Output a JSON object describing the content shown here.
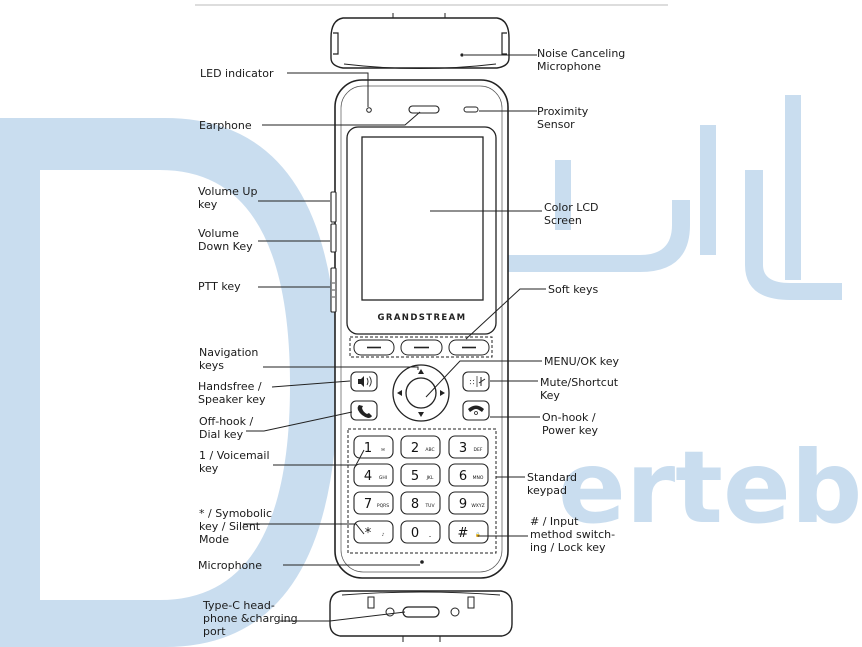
{
  "phone": {
    "brand": "GRANDSTREAM",
    "keys": [
      {
        "digit": "1",
        "sub": "✉"
      },
      {
        "digit": "2",
        "sub": "ABC"
      },
      {
        "digit": "3",
        "sub": "DEF"
      },
      {
        "digit": "4",
        "sub": "GHI"
      },
      {
        "digit": "5",
        "sub": "JKL"
      },
      {
        "digit": "6",
        "sub": "MNO"
      },
      {
        "digit": "7",
        "sub": "PQRS"
      },
      {
        "digit": "8",
        "sub": "TUV"
      },
      {
        "digit": "9",
        "sub": "WXYZ"
      },
      {
        "digit": "*",
        "sub": "♪"
      },
      {
        "digit": "0",
        "sub": "⎵"
      },
      {
        "digit": "#",
        "sub": "🔒"
      }
    ]
  },
  "labels": {
    "noise_mic": [
      "Noise Canceling",
      "Microphone"
    ],
    "led": [
      "LED indicator"
    ],
    "earphone": [
      "Earphone"
    ],
    "proximity": [
      "Proximity",
      "Sensor"
    ],
    "color_lcd": [
      "Color LCD",
      "Screen"
    ],
    "vol_up": [
      "Volume  Up",
      "key"
    ],
    "vol_down": [
      "Volume",
      "Down Key"
    ],
    "ptt": [
      "PTT key"
    ],
    "soft_keys": [
      "Soft keys"
    ],
    "navigation": [
      "Navigation",
      "keys"
    ],
    "menu_ok": [
      "MENU/OK key"
    ],
    "handsfree": [
      "Handsfree /",
      "Speaker key"
    ],
    "mute": [
      "Mute/Shortcut",
      "Key"
    ],
    "offhook": [
      "Off-hook /",
      "Dial key"
    ],
    "onhook": [
      "On-hook /",
      "Power key"
    ],
    "voicemail": [
      "1 / Voicemail",
      "key"
    ],
    "keypad": [
      "Standard",
      "keypad"
    ],
    "star": [
      "* / Symobolic",
      "key / Silent",
      "Mode"
    ],
    "hash": [
      "# / Input",
      "method switch-",
      "ing / Lock key"
    ],
    "microphone": [
      "Microphone"
    ],
    "typec": [
      "Type-C head-",
      "phone &charging",
      "port"
    ]
  },
  "watermark": {
    "latin": "ertebat",
    "arabic": "پارا"
  },
  "colors": {
    "watermark_blue": "#c9ddef",
    "line": "#222222"
  }
}
